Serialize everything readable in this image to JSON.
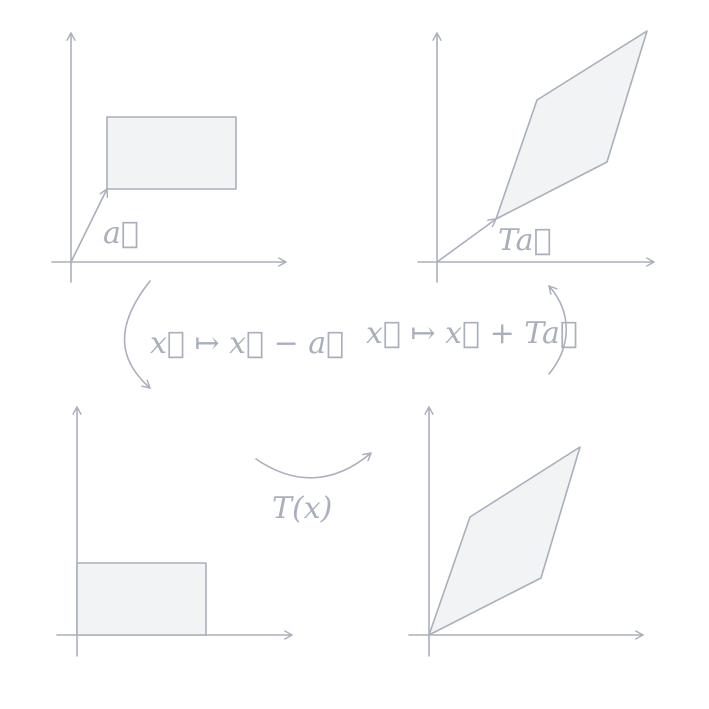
{
  "panels": {
    "top_left": {
      "vector_label": "a⃗"
    },
    "top_right": {
      "vector_label": "Ta⃗"
    },
    "bottom_left": {},
    "bottom_right": {}
  },
  "maps": {
    "translate_back": "x⃗ ↦ x⃗ − a⃗",
    "translate_forward": "x⃗ ↦ x⃗ + Ta⃗",
    "linear": "T(x)"
  }
}
